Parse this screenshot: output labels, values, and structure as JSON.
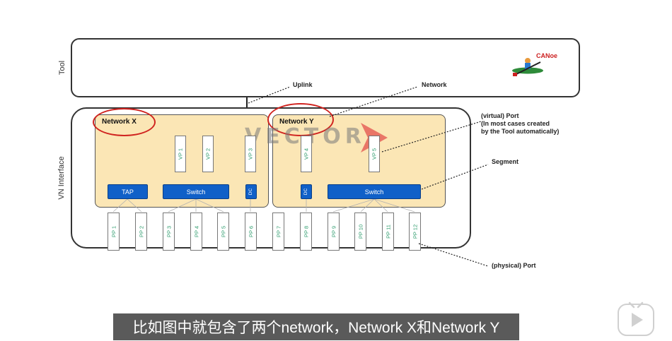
{
  "tool": {
    "label": "Tool",
    "logo_text": "CANoe"
  },
  "vn_interface": {
    "label": "VN Interface"
  },
  "watermark": "VECTOR",
  "networks": [
    {
      "name": "Network X",
      "virtual_ports": [
        "VP 1",
        "VP 2",
        "VP 3"
      ],
      "blocks": {
        "tap": "TAP",
        "switch": "Switch",
        "dc": "DC"
      }
    },
    {
      "name": "Network Y",
      "virtual_ports": [
        "VP 4",
        "VP 5"
      ],
      "blocks": {
        "dc": "DC",
        "switch": "Switch"
      }
    }
  ],
  "physical_ports": [
    "PP 1",
    "PP 2",
    "PP 3",
    "PP 4",
    "PP 5",
    "PP 6",
    "PP 7",
    "PP 8",
    "PP 9",
    "PP 10",
    "PP 11",
    "PP 12"
  ],
  "annotations": {
    "uplink": "Uplink",
    "network": "Network",
    "virtual_port": "(virtual) Port",
    "virtual_port_note": "(In most cases created\nby the Tool automatically)",
    "segment": "Segment",
    "physical_port": "(physical) Port"
  },
  "subtitle": "比如图中就包含了两个network，Network X和Network Y",
  "colors": {
    "network_fill": "#fbe6b5",
    "block_blue": "#1060c8",
    "highlight_red": "#d0231f",
    "port_label_green": "#2a9a6a"
  }
}
